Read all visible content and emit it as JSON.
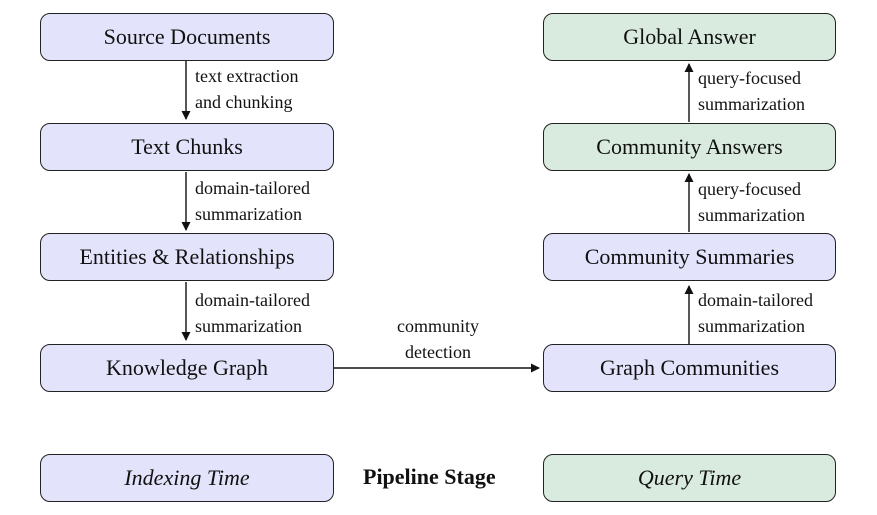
{
  "nodes": {
    "source_documents": "Source Documents",
    "text_chunks": "Text Chunks",
    "entities_relationships": "Entities & Relationships",
    "knowledge_graph": "Knowledge Graph",
    "graph_communities": "Graph Communities",
    "community_summaries": "Community Summaries",
    "community_answers": "Community Answers",
    "global_answer": "Global Answer"
  },
  "edges": {
    "extraction_1": "text extraction",
    "extraction_2": "and chunking",
    "chunks_to_entities_1": "domain-tailored",
    "chunks_to_entities_2": "summarization",
    "entities_to_graph_1": "domain-tailored",
    "entities_to_graph_2": "summarization",
    "community_detection_1": "community",
    "community_detection_2": "detection",
    "communities_to_summaries_1": "domain-tailored",
    "communities_to_summaries_2": "summarization",
    "summaries_to_answers_1": "query-focused",
    "summaries_to_answers_2": "summarization",
    "answers_to_global_1": "query-focused",
    "answers_to_global_2": "summarization"
  },
  "legend": {
    "indexing_time": "Indexing Time",
    "pipeline_stage": "Pipeline Stage",
    "query_time": "Query Time"
  },
  "colors": {
    "indexing_fill": "#e3e3fb",
    "query_fill": "#d9eadf",
    "stroke": "#222222"
  }
}
